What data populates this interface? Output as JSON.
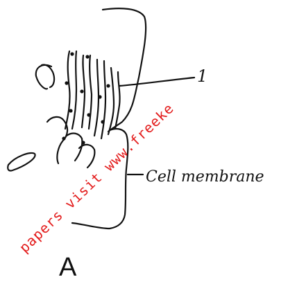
{
  "labels": {
    "organelle_number": "1",
    "cell_membrane": "Cell membrane",
    "panel": "A"
  },
  "watermark": {
    "text": "papers visit www.freeke",
    "color": "#e31c1c"
  },
  "ink_color": "#111111"
}
